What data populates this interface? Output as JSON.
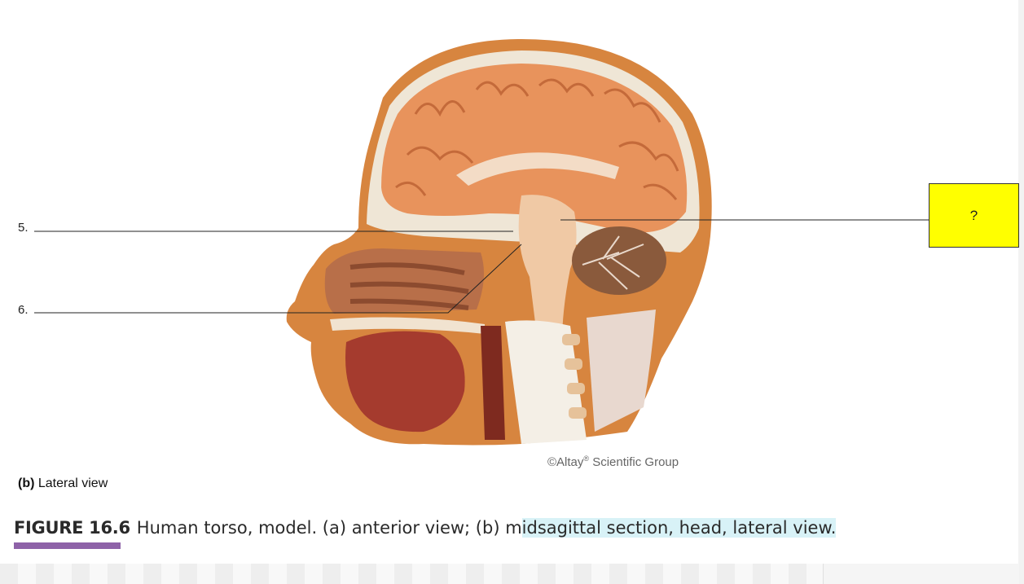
{
  "figure": {
    "labels": [
      {
        "number": "5."
      },
      {
        "number": "6."
      }
    ],
    "answer_box": "?",
    "credit_prefix": "©Altay",
    "credit_reg": "®",
    "credit_suffix": " Scientific Group",
    "panel_letter": "(b)",
    "panel_text": " Lateral view"
  },
  "caption": {
    "figure_number": "FIGURE 16.6",
    "text_plain": "Human torso, model. (a) anterior view; (b) m",
    "text_highlighted": "idsagittal section, head, lateral view."
  },
  "colors": {
    "answer_box": "#ffff00",
    "accent_bar": "#8e62a8",
    "highlight": "#d8f2f7"
  }
}
